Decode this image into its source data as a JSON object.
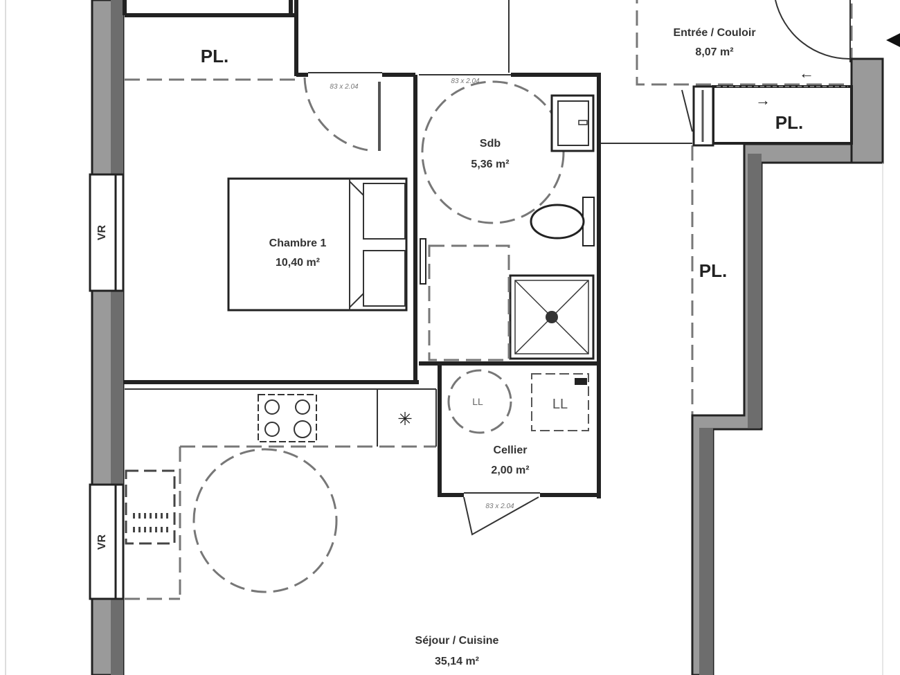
{
  "plan": {
    "rooms": [
      {
        "name": "Chambre 1",
        "area": "10,40 m²"
      },
      {
        "name": "Sdb",
        "area": "5,36 m²"
      },
      {
        "name": "Cellier",
        "area": "2,00 m²"
      },
      {
        "name": "Séjour / Cuisine",
        "area": "35,14 m²"
      },
      {
        "name": "Entrée / Couloir",
        "area": "8,07 m²"
      }
    ],
    "closet_label": "PL.",
    "window_label": "VR",
    "door_labels": [
      "83 x 2.04",
      "83 x 2.04",
      "83 x 2.04"
    ],
    "appliance_labels": {
      "washing_machine": "LL",
      "boiler": "LL"
    },
    "colors": {
      "wall": "#222222",
      "wall_fill": "#9a9a9a",
      "dashed": "#777777"
    }
  }
}
